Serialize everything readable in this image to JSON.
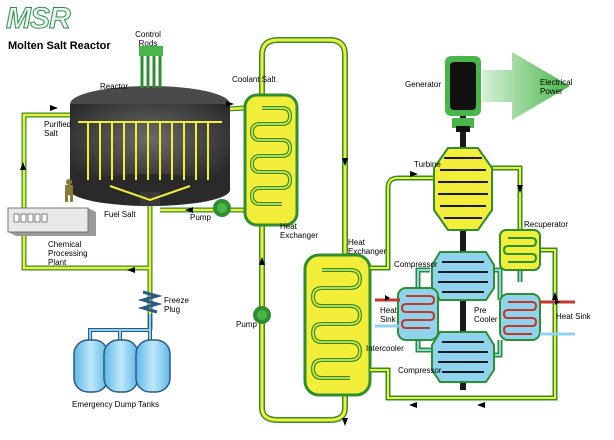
{
  "header": {
    "logo_text": "MSR",
    "title": "Molten Salt Reactor"
  },
  "labels": {
    "control_rods": "Control Rods",
    "reactor": "Reactor",
    "coolant_salt": "Coolant Salt",
    "purified_salt": "Purified Salt",
    "fuel_salt": "Fuel Salt",
    "pump_primary": "Pump",
    "heat_exchanger_primary": "Heat Exchanger",
    "chemical_plant": "Chemical Processing Plant",
    "freeze_plug": "Freeze Plug",
    "emergency_tanks": "Emergency Dump Tanks",
    "heat_exchanger_secondary": "Heat Exchanger",
    "pump_secondary": "Pump",
    "generator": "Generator",
    "electrical_power": "Electrical Power",
    "turbine": "Turbine",
    "recuperator": "Recuperator",
    "compressor_top": "Compressor",
    "heat_sink_left": "Heat Sink",
    "pre_cooler": "Pre Cooler",
    "heat_sink_right": "Heat Sink",
    "intercooler": "Intercooler",
    "compressor_bottom": "Compressor"
  },
  "colors": {
    "yellow": "#f2ee3a",
    "green": "#2f8f2f",
    "blue": "#8fd3ee",
    "vessel": "#3a3a3a",
    "arrow": "#49b649"
  }
}
